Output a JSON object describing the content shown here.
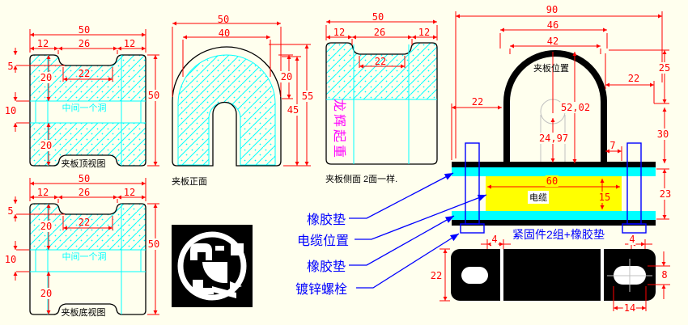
{
  "drawing": {
    "views": {
      "top": {
        "caption": "夹板顶视图",
        "note": "中间一个洞",
        "dims": {
          "width": "50",
          "ear_left": "12",
          "notch": "26",
          "ear_right": "12",
          "notch_depth": "5",
          "slot": "22",
          "upper": "20",
          "hole": "10",
          "height": "50",
          "lower": "20"
        }
      },
      "front": {
        "caption": "夹板正面",
        "dims": {
          "width": "50",
          "inner_width": "40",
          "arc_height": "20",
          "inner_height": "45",
          "height": "55"
        }
      },
      "side": {
        "caption": "夹板侧面 2面一样.",
        "watermark": "龙辉起重",
        "dims": {
          "width": "50",
          "ear_left": "12",
          "notch": "26",
          "ear_right": "12",
          "slot": "22"
        }
      },
      "bottom": {
        "caption": "夹板底视图",
        "note": "中间一个洞",
        "dims": {
          "width": "50",
          "ear_left": "12",
          "notch": "26",
          "ear_right": "12",
          "notch_depth": "5",
          "slot": "22",
          "upper": "20",
          "hole": "10",
          "height": "50",
          "lower": "20"
        }
      },
      "assembly": {
        "arch_note": "夹板位置",
        "cable_note": "电缆",
        "fastener_note": "紧固件2组+橡胶垫",
        "dims": {
          "total_width": "90",
          "arch_outer": "46",
          "arch_inner": "42",
          "arch_rise": "25",
          "offset_right": "22",
          "offset_left": "22",
          "center_full": "52,02",
          "center_half": "24,97",
          "leg": "7",
          "upper_right": "30",
          "stack": "23",
          "cable_width": "60",
          "cable_height": "15",
          "bolt_left": "4",
          "bolt_right": "4"
        }
      },
      "base_plate": {
        "dims": {
          "thickness": "22",
          "slot_height": "8",
          "slot_width": "14"
        }
      }
    },
    "callouts": {
      "rubber_top": "橡胶垫",
      "cable_position": "电缆位置",
      "rubber_bottom": "橡胶垫",
      "bolt": "镀锌螺栓"
    },
    "colors": {
      "dimension_red": "#FF0000",
      "outline_black": "#000000",
      "hatch_cyan": "#00FFFF",
      "watermark_magenta": "#FF00FF",
      "callout_blue": "#0000FF",
      "cable_yellow": "#FFFF00",
      "centerline_gray": "#C0C0C0",
      "background": "#FFFFEE"
    }
  }
}
